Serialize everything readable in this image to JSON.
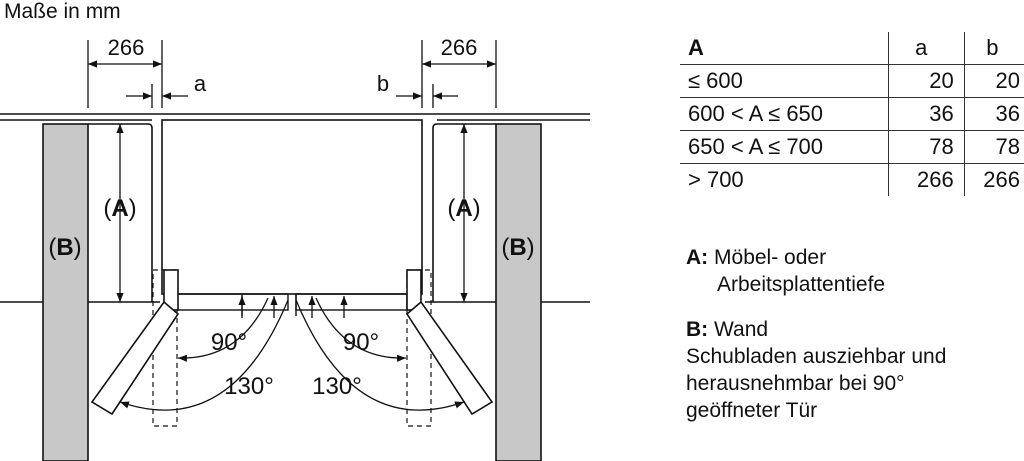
{
  "title": "Maße in mm",
  "dimensions": {
    "left_width": "266",
    "right_width": "266",
    "gap_a": "a",
    "gap_b": "b",
    "depth_label_left": "A",
    "depth_label_right": "A",
    "wall_label_left": "B",
    "wall_label_right": "B",
    "paren_open": "(",
    "paren_close": ")",
    "angle_90_left": "90°",
    "angle_90_right": "90°",
    "angle_130_left": "130°",
    "angle_130_right": "130°"
  },
  "table": {
    "headers": [
      "A",
      "a",
      "b"
    ],
    "rows": [
      [
        "≤ 600",
        "20",
        "20"
      ],
      [
        "600 < A ≤ 650",
        "36",
        "36"
      ],
      [
        "650 < A ≤ 700",
        "78",
        "78"
      ],
      [
        "> 700",
        "266",
        "266"
      ]
    ]
  },
  "legend": {
    "a_key": "A:",
    "a_line1": "Möbel- oder",
    "a_line2": "Arbeitsplattentiefe",
    "b_key": "B:",
    "b_line1": "Wand",
    "b_line2": "Schubladen ausziehbar und",
    "b_line3": "herausnehmbar bei 90°",
    "b_line4": "geöffneter Tür"
  },
  "colors": {
    "wall_fill": "#c8c8c8",
    "line": "#111111"
  }
}
